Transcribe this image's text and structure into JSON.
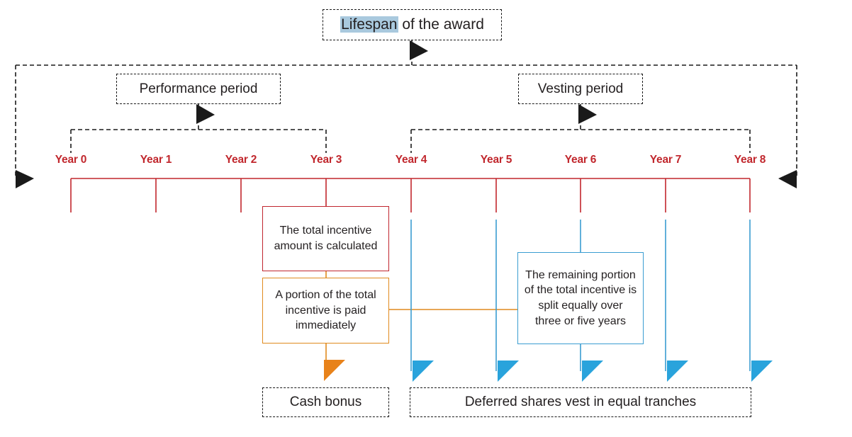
{
  "diagram": {
    "type": "timeline-flow",
    "title": {
      "highlighted_word": "Lifespan",
      "rest": " of the award",
      "full": "Lifespan of the award",
      "highlight_color": "#a9c9de"
    },
    "periods": [
      {
        "key": "performance",
        "label": "Performance period",
        "spans_years": [
          "Year 0",
          "Year 3"
        ]
      },
      {
        "key": "vesting",
        "label": "Vesting period",
        "spans_years": [
          "Year 4",
          "Year 8"
        ]
      }
    ],
    "timeline": {
      "color": "#c1272d",
      "ticks": [
        {
          "label": "Year 0"
        },
        {
          "label": "Year 1"
        },
        {
          "label": "Year 2"
        },
        {
          "label": "Year 3"
        },
        {
          "label": "Year 4"
        },
        {
          "label": "Year 5"
        },
        {
          "label": "Year 6"
        },
        {
          "label": "Year 7"
        },
        {
          "label": "Year 8"
        }
      ]
    },
    "notes": [
      {
        "key": "calculated",
        "text": "The total incentive amount is calculated",
        "border_color": "#c0262e",
        "anchor_year": "Year 3"
      },
      {
        "key": "paid-immediately",
        "text": "A portion of the total incentive is paid immediately",
        "border_color": "#e08a1e",
        "anchor_year": "Year 3"
      },
      {
        "key": "split-equally",
        "text": "The remaining portion of the total incentive is split equally over three or five years",
        "border_color": "#3a9dd1",
        "anchor_year": "Year 6"
      }
    ],
    "outcomes": [
      {
        "key": "cash-bonus",
        "label": "Cash bonus",
        "arrow_color": "#e8821a"
      },
      {
        "key": "deferred-shares",
        "label": "Deferred shares vest in equal tranches",
        "arrow_color": "#29a3dc"
      }
    ],
    "colors": {
      "red": "#c1272d",
      "orange": "#e08a1e",
      "orange_arrow": "#e8821a",
      "blue": "#3a9dd1",
      "blue_arrow": "#29a3dc",
      "black": "#1a1a1a"
    }
  }
}
